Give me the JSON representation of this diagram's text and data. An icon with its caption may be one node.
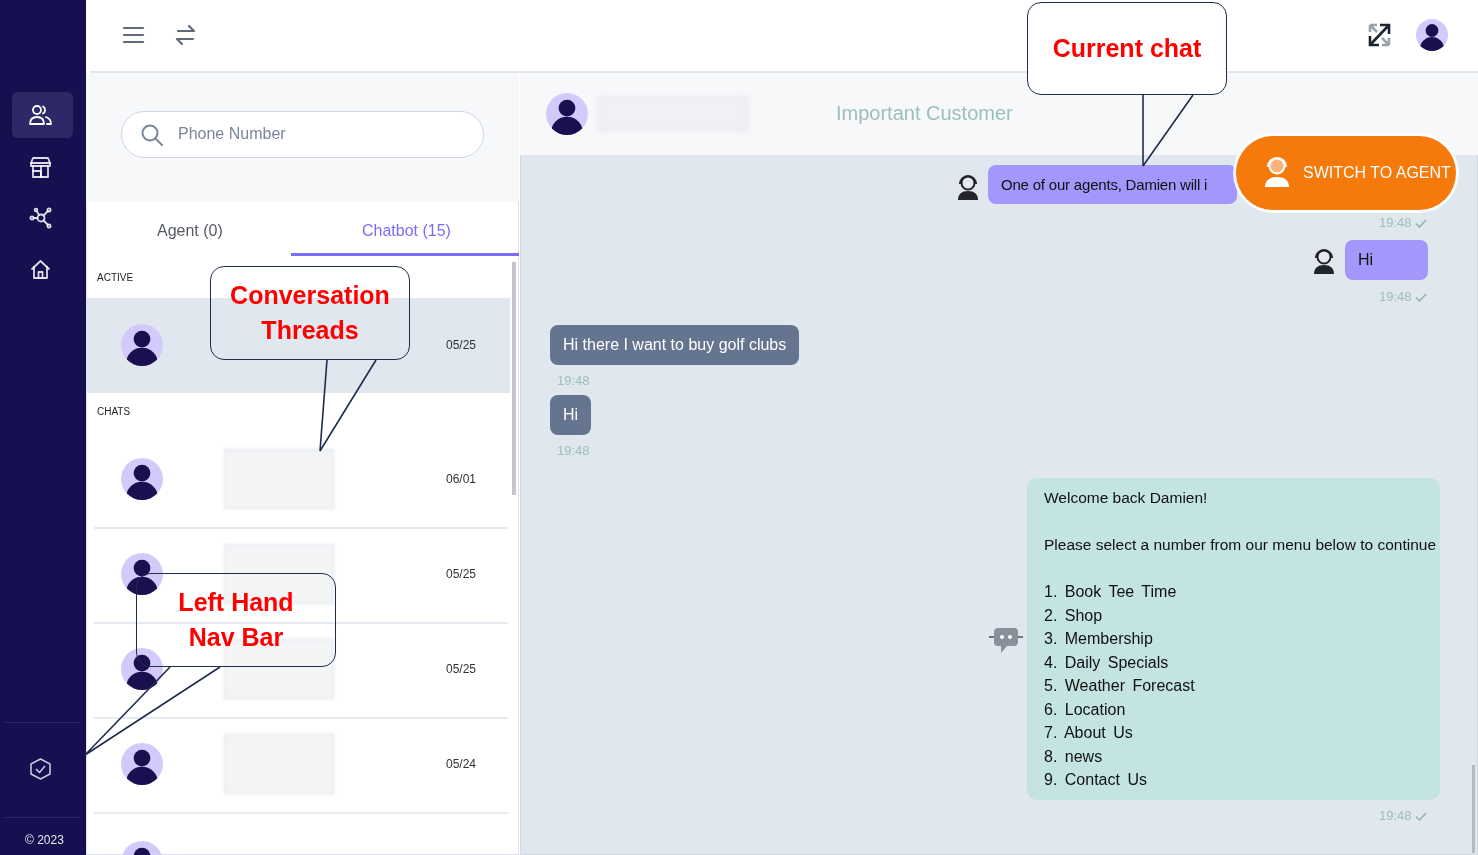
{
  "diagram": {
    "nodes": [
      {
        "text": [],
        "shape": "bar"
      },
      {
        "text": [],
        "shape": "box"
      },
      {
        "text": [],
        "shape": "box"
      },
      {
        "text": [
          "Current chat"
        ]
      },
      {
        "text": [
          "Conversation Threads"
        ],
        "in": 1
      },
      {
        "text": [
          "Left Hand Nav Bar"
        ],
        "in": 1
      },
      {
        "text": [],
        "shape": "box",
        "in": 1
      },
      {
        "text": [],
        "shape": "box",
        "in": 1
      },
      {
        "text": [],
        "shape": "box",
        "in": 1
      },
      {
        "text": [],
        "shape": "box",
        "in": 1
      },
      {
        "text": [],
        "shape": "box",
        "in": 2
      },
      {
        "text": [
          "One of our agents, Damien will i"
        ],
        "in": 2
      }
    ],
    "edges": [
      {
        "from": 3,
        "to": 11,
        "arrow": "none"
      },
      {
        "from": 4,
        "to": 6,
        "arrow": "none"
      },
      {
        "from": 5,
        "to": 0,
        "arrow": "none"
      }
    ],
    "labels": [
      "Phone Number",
      "Agent (0)",
      "Chatbot (15)",
      "ACTIVE",
      "05/25",
      "CHATS",
      "06/01",
      "05/25",
      "05/25",
      "05/24",
      "© 2023",
      "Important Customer",
      "SWITCH TO AGENT",
      "19:48",
      "Hi",
      "19:48",
      "Hi there I want to buy golf clubs",
      "19:48",
      "Hi",
      "19:48",
      "Welcome back Damien!",
      "Please select a number from our menu below to continue",
      "1. Book Tee Time",
      "2. Shop",
      "3. Membership",
      "4. Daily Specials",
      "5. Weather Forecast",
      "6. Location",
      "7. About Us",
      "8. news",
      "9. Contact Us",
      "19:48"
    ]
  }
}
